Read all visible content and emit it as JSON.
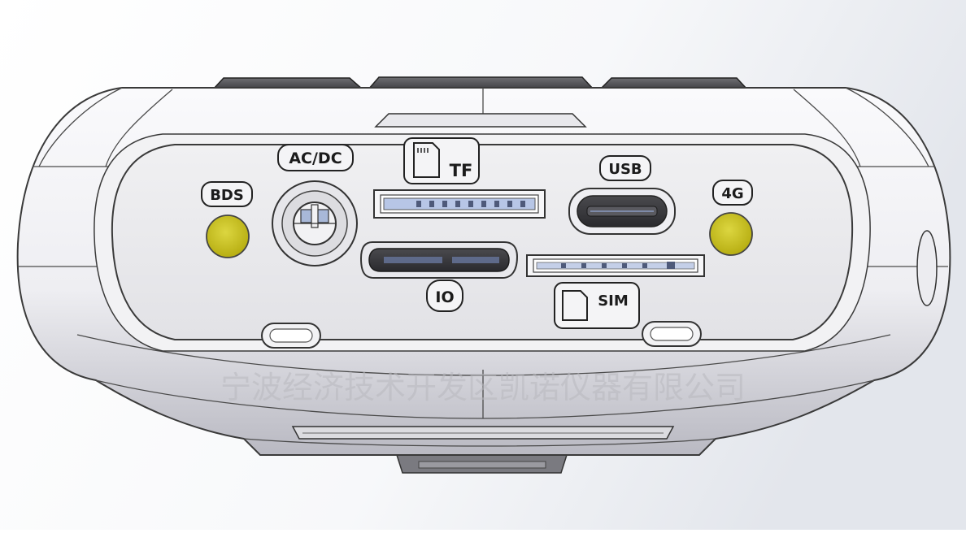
{
  "labels": {
    "bds": "BDS",
    "ac_dc": "AC/DC",
    "tf": "TF",
    "usb": "USB",
    "four_g": "4G",
    "io": "IO",
    "sim": "SIM"
  },
  "watermark": "宁波经济技术开发区凯诺仪器有限公司",
  "colors": {
    "led": "#c8c020",
    "body": "#f1f1f4",
    "panel": "#e9e9ec",
    "outline": "#3a3a3a"
  }
}
